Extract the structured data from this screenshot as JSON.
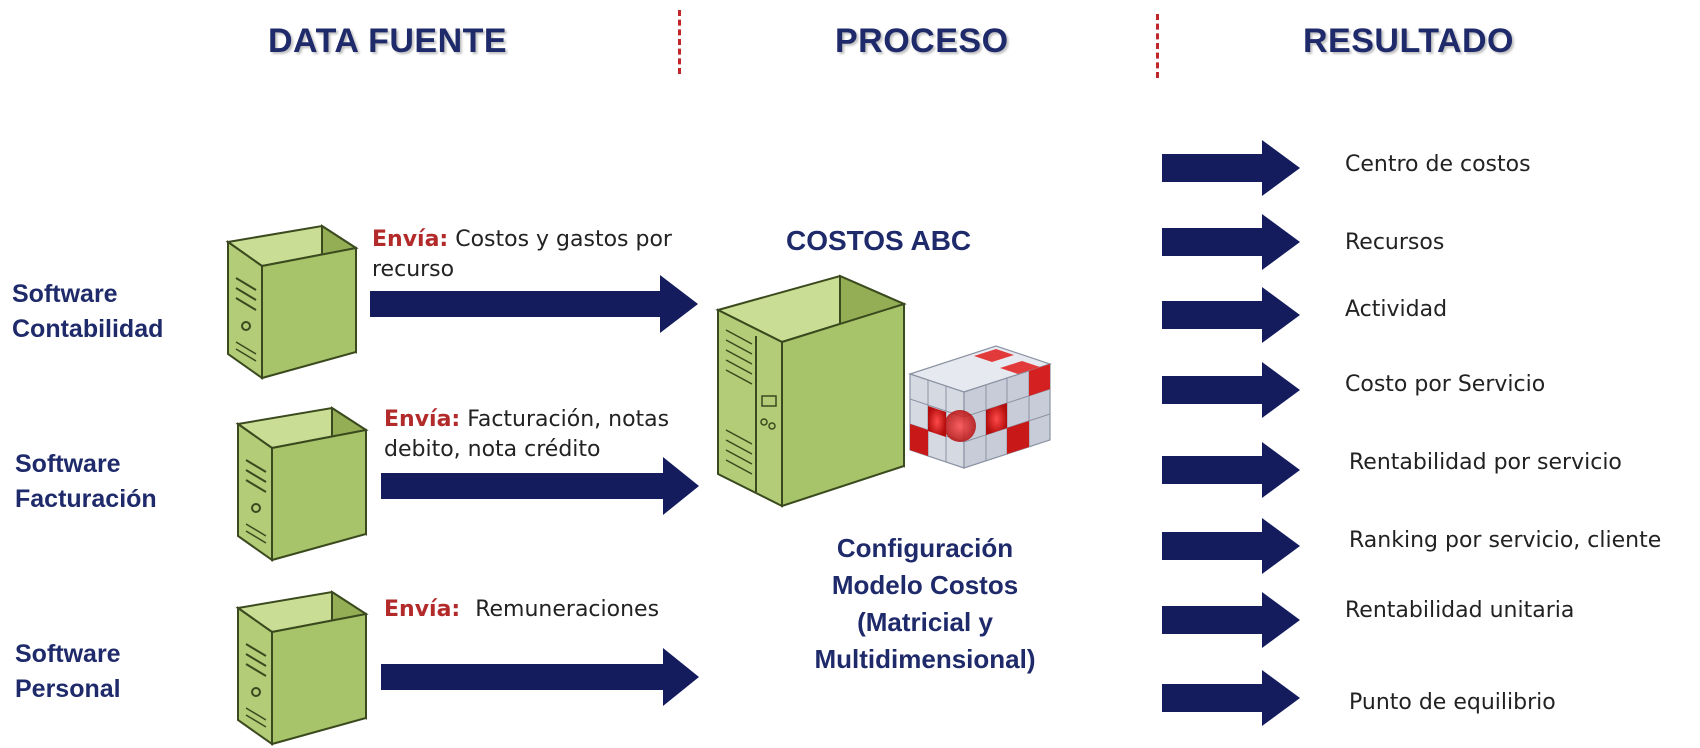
{
  "headers": {
    "source": "DATA FUENTE",
    "process": "PROCESO",
    "result": "RESULTADO"
  },
  "sources": [
    {
      "line1": "Software",
      "line2": "Contabilidad",
      "send_key": "Envía:",
      "send_text": "Costos y gastos por recurso"
    },
    {
      "line1": "Software",
      "line2": "Facturación",
      "send_key": "Envía:",
      "send_text": "Facturación, notas debito, nota crédito"
    },
    {
      "line1": "Software",
      "line2": "Personal",
      "send_key": "Envía:",
      "send_text": "Remuneraciones"
    }
  ],
  "process": {
    "title": "COSTOS ABC",
    "caption_lines": [
      "Configuración",
      "Modelo Costos",
      "(Matricial y",
      "Multidimensional)"
    ]
  },
  "results": [
    "Centro de costos",
    "Recursos",
    "Actividad",
    "Costo por Servicio",
    "Rentabilidad por servicio",
    "Ranking por servicio, cliente",
    "Rentabilidad unitaria",
    "Punto de equilibrio"
  ],
  "colors": {
    "navy": "#1f2a6b",
    "arrow": "#141c5e",
    "accent_red": "#b22a2a",
    "server_green": "#a7c46a"
  }
}
